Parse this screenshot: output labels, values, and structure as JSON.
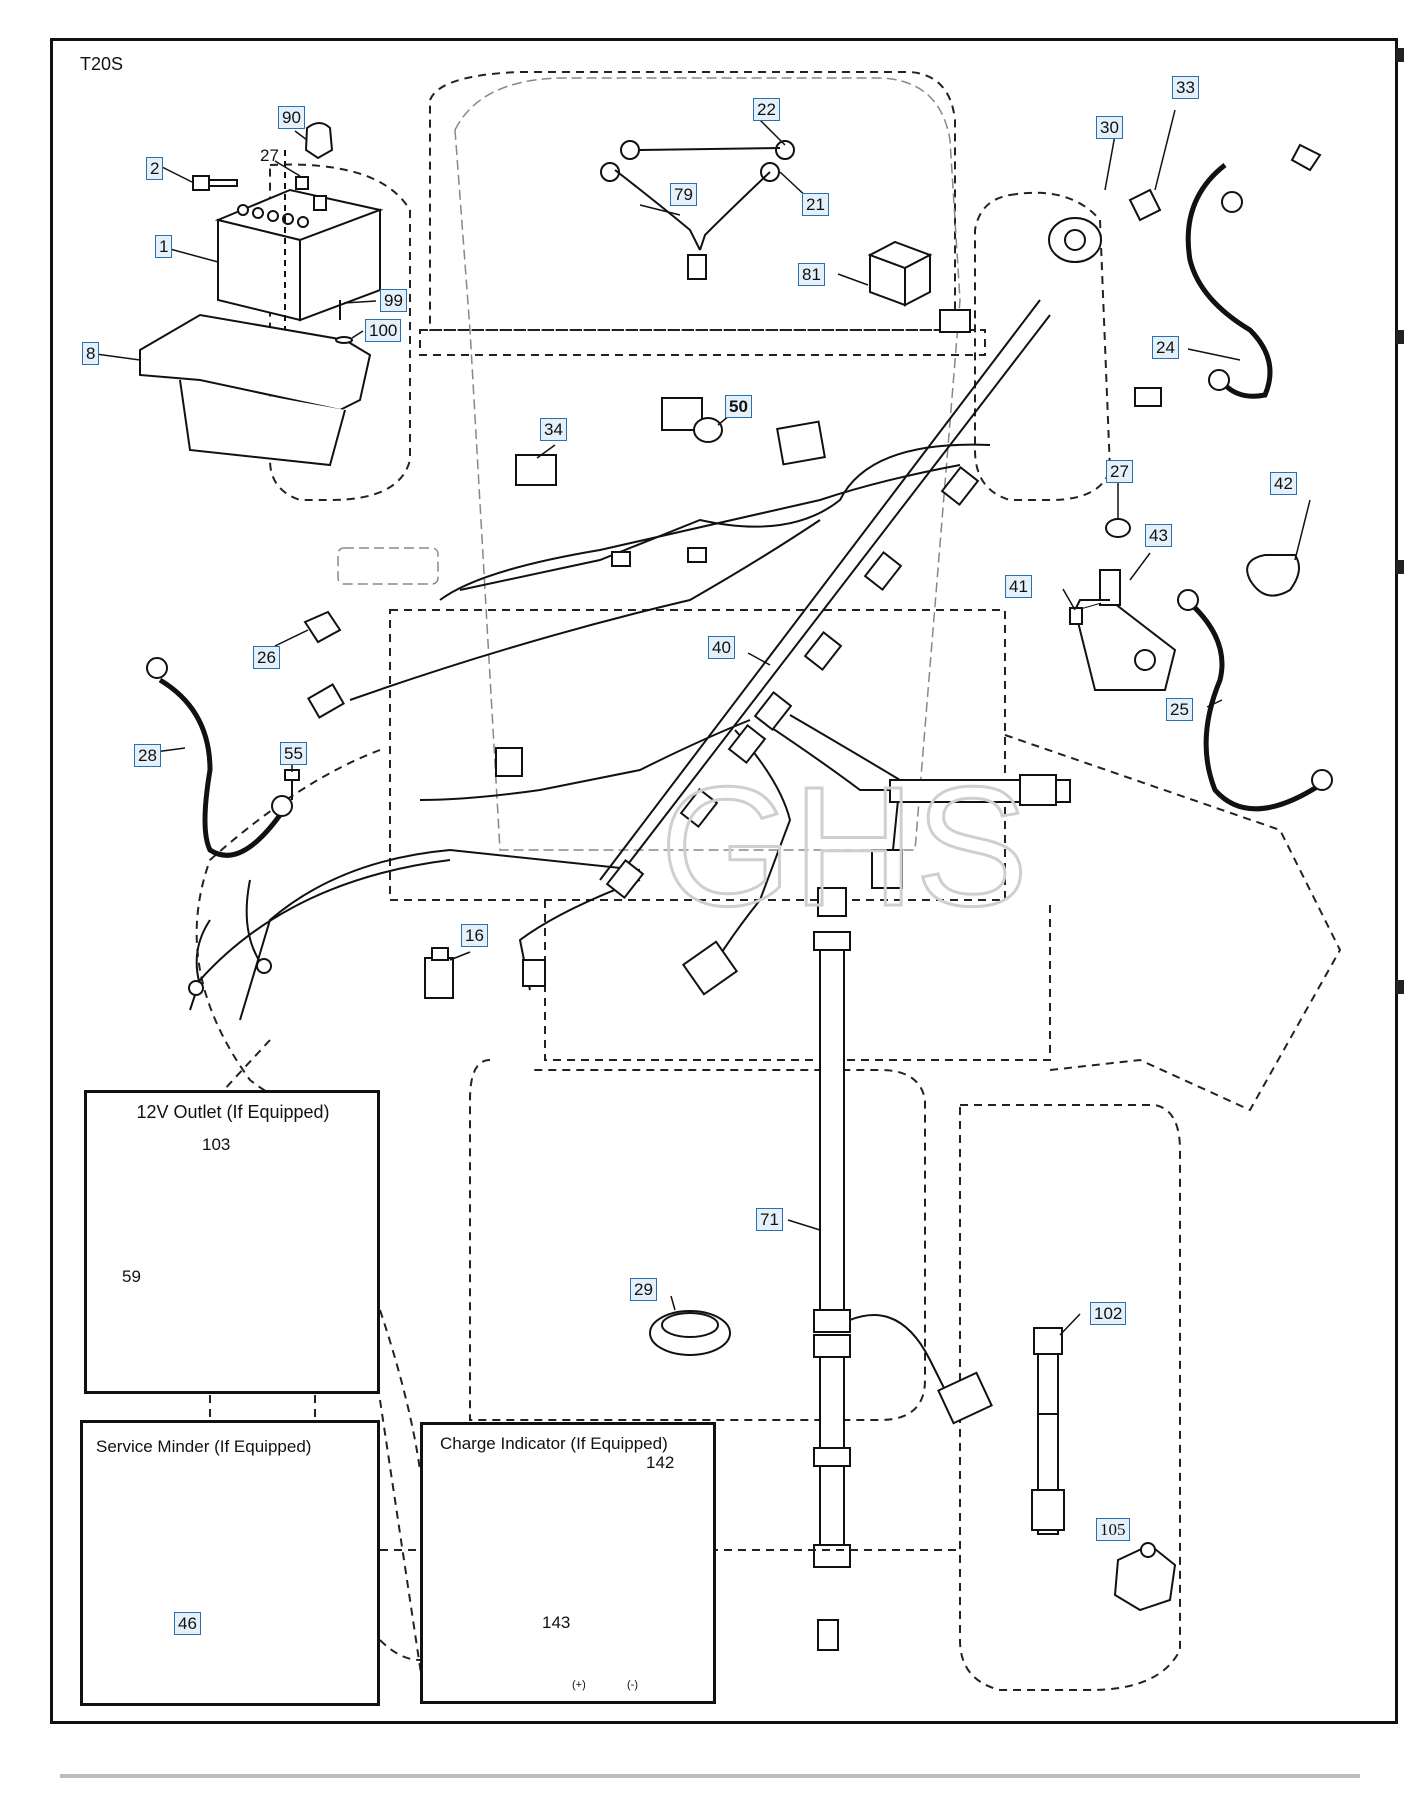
{
  "model_label": "T20S",
  "callouts": [
    {
      "id": "c-1",
      "text": "1"
    },
    {
      "id": "c-2",
      "text": "2"
    },
    {
      "id": "c-8",
      "text": "8"
    },
    {
      "id": "c-90",
      "text": "90"
    },
    {
      "id": "c-27a",
      "text": "27"
    },
    {
      "id": "c-99",
      "text": "99"
    },
    {
      "id": "c-100",
      "text": "100"
    },
    {
      "id": "c-22",
      "text": "22"
    },
    {
      "id": "c-79",
      "text": "79"
    },
    {
      "id": "c-21",
      "text": "21"
    },
    {
      "id": "c-81",
      "text": "81"
    },
    {
      "id": "c-30",
      "text": "30"
    },
    {
      "id": "c-33",
      "text": "33"
    },
    {
      "id": "c-24",
      "text": "24"
    },
    {
      "id": "c-50",
      "text": "50"
    },
    {
      "id": "c-34",
      "text": "34"
    },
    {
      "id": "c-27b",
      "text": "27"
    },
    {
      "id": "c-42",
      "text": "42"
    },
    {
      "id": "c-43",
      "text": "43"
    },
    {
      "id": "c-41",
      "text": "41"
    },
    {
      "id": "c-25",
      "text": "25"
    },
    {
      "id": "c-26",
      "text": "26"
    },
    {
      "id": "c-40",
      "text": "40"
    },
    {
      "id": "c-28",
      "text": "28"
    },
    {
      "id": "c-55",
      "text": "55"
    },
    {
      "id": "c-16",
      "text": "16"
    },
    {
      "id": "c-71",
      "text": "71"
    },
    {
      "id": "c-29",
      "text": "29"
    },
    {
      "id": "c-102",
      "text": "102"
    },
    {
      "id": "c-105",
      "text": "105"
    },
    {
      "id": "c-103",
      "text": "103"
    },
    {
      "id": "c-59",
      "text": "59"
    },
    {
      "id": "c-46",
      "text": "46"
    },
    {
      "id": "c-142",
      "text": "142"
    },
    {
      "id": "c-143",
      "text": "143"
    }
  ],
  "boxes": {
    "outlet": {
      "title": "12V Outlet (If Equipped)"
    },
    "service": {
      "title": "Service Minder (If Equipped)"
    },
    "charge": {
      "title": "Charge Indicator (If Equipped)",
      "plus": "(+)",
      "minus": "(-)"
    }
  },
  "watermark": "GHS"
}
